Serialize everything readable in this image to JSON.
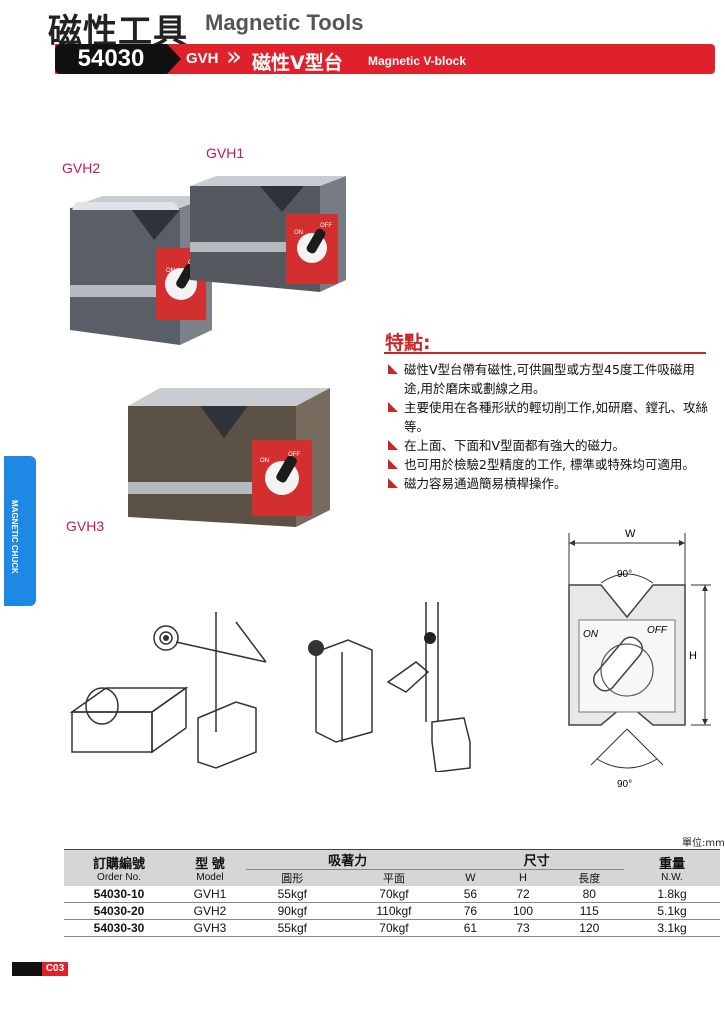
{
  "header": {
    "title_cn": "磁性工具",
    "title_en": "Magnetic Tools",
    "order_code": "54030",
    "series": "GVH",
    "subtitle_cn": "磁性V型台",
    "subtitle_en": "Magnetic V-block"
  },
  "models": {
    "gvh1": "GVH1",
    "gvh2": "GVH2",
    "gvh3": "GVH3"
  },
  "product_labels": {
    "on": "ON",
    "off": "OFF"
  },
  "features": {
    "title": "特點:",
    "items": [
      "磁性V型台帶有磁性,可供圓型或方型45度工件吸磁用途,用於磨床或劃線之用。",
      "主要使用在各種形狀的輕切削工作,如研磨、鏜孔、攻絲等。",
      "在上面、下面和V型面都有強大的磁力。",
      "也可用於檢驗2型精度的工作, 標準或特殊均可適用。",
      "磁力容易通過簡易槓桿操作。"
    ]
  },
  "side_tab": {
    "text": "MAGNETIC CHUCK"
  },
  "diagram": {
    "w_label": "W",
    "h_label": "H",
    "angle_top": "90°",
    "angle_bottom": "90°",
    "on": "ON",
    "off": "OFF"
  },
  "table": {
    "unit": "單位:mm",
    "headers": {
      "order_cn": "訂購編號",
      "order_en": "Order No.",
      "model_cn": "型 號",
      "model_en": "Model",
      "force": "吸著力",
      "force_round": "圓形",
      "force_flat": "平面",
      "size": "尺寸",
      "w": "W",
      "h": "H",
      "l": "長度",
      "weight_cn": "重量",
      "weight_en": "N.W."
    },
    "rows": [
      {
        "order": "54030-10",
        "model": "GVH1",
        "round": "55kgf",
        "flat": "70kgf",
        "w": "56",
        "h": "72",
        "l": "80",
        "weight": "1.8kg"
      },
      {
        "order": "54030-20",
        "model": "GVH2",
        "round": "90kgf",
        "flat": "110kgf",
        "w": "76",
        "h": "100",
        "l": "115",
        "weight": "5.1kg"
      },
      {
        "order": "54030-30",
        "model": "GVH3",
        "round": "55kgf",
        "flat": "70kgf",
        "w": "61",
        "h": "73",
        "l": "120",
        "weight": "3.1kg"
      }
    ]
  },
  "page_number": "C03"
}
